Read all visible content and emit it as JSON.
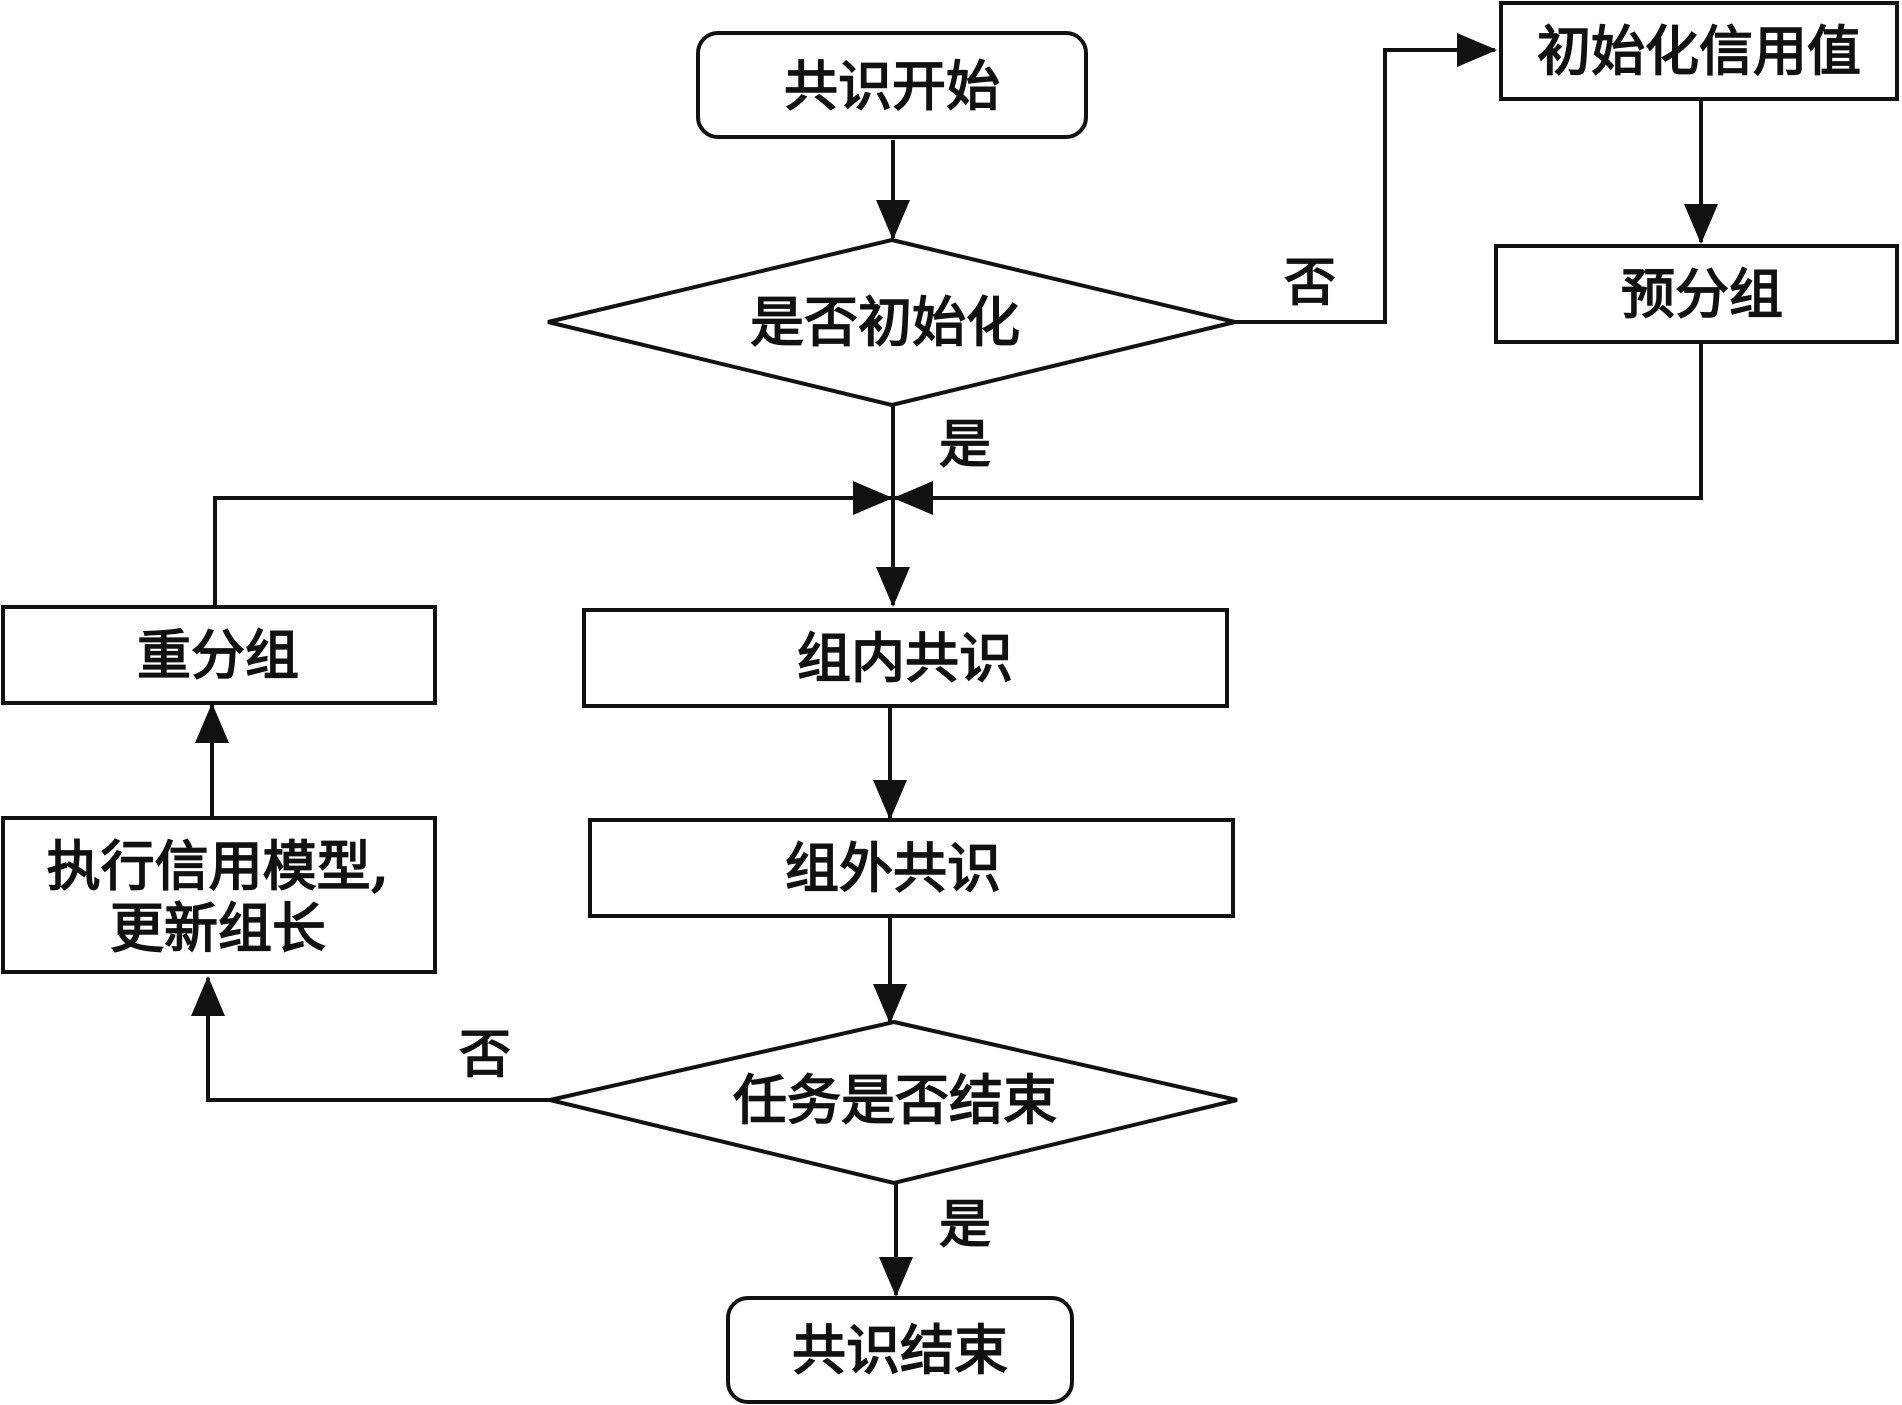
{
  "nodes": {
    "start": "共识开始",
    "is_initialized": "是否初始化",
    "init_credit": "初始化信用值",
    "pre_group": "预分组",
    "intra_consensus": "组内共识",
    "inter_consensus": "组外共识",
    "task_finished": "任务是否结束",
    "credit_model_line1": "执行信用模型,",
    "credit_model_line2": "更新组长",
    "regroup": "重分组",
    "end": "共识结束"
  },
  "edge_labels": {
    "init_no": "否",
    "init_yes": "是",
    "task_no": "否",
    "task_yes": "是"
  },
  "colors": {
    "stroke": "#111111",
    "fill": "#ffffff"
  }
}
